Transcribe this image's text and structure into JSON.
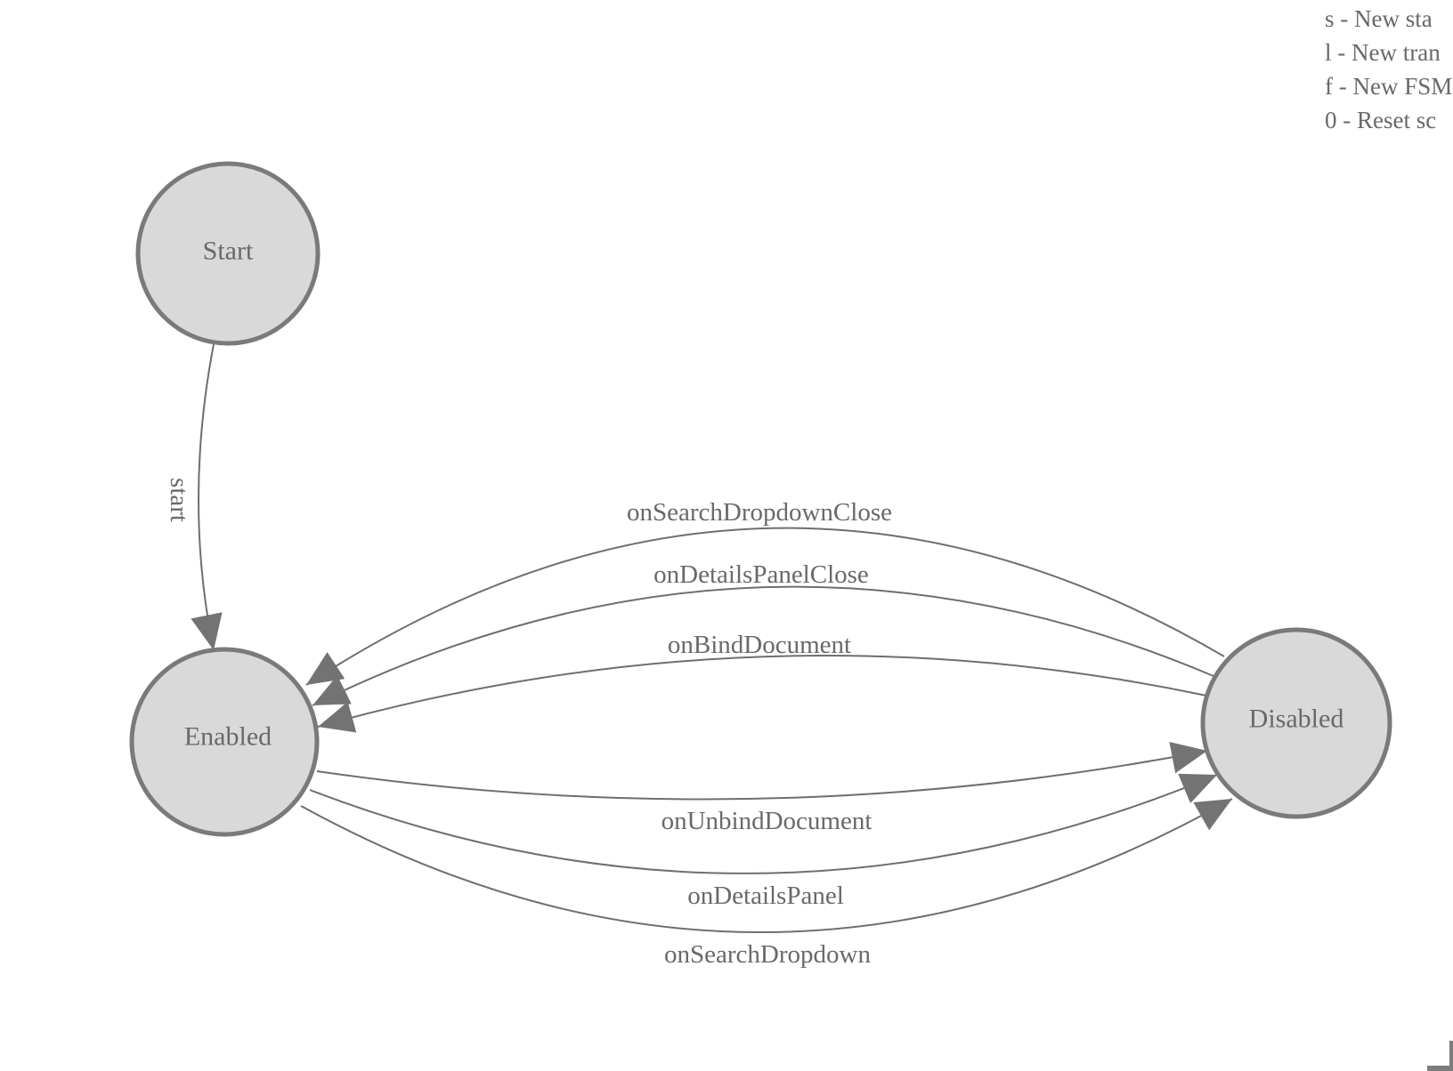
{
  "legend": {
    "lines": [
      "s - New sta",
      "l - New tran",
      "f - New FSM",
      "0 - Reset sc"
    ]
  },
  "fsm": {
    "nodes": [
      {
        "id": "start",
        "label": "Start"
      },
      {
        "id": "enabled",
        "label": "Enabled"
      },
      {
        "id": "disabled",
        "label": "Disabled"
      }
    ],
    "edges": [
      {
        "label": "start",
        "from": "Start",
        "to": "Enabled"
      },
      {
        "label": "onSearchDropdownClose",
        "from": "Disabled",
        "to": "Enabled"
      },
      {
        "label": "onDetailsPanelClose",
        "from": "Disabled",
        "to": "Enabled"
      },
      {
        "label": "onBindDocument",
        "from": "Disabled",
        "to": "Enabled"
      },
      {
        "label": "onUnbindDocument",
        "from": "Enabled",
        "to": "Disabled"
      },
      {
        "label": "onDetailsPanel",
        "from": "Enabled",
        "to": "Disabled"
      },
      {
        "label": "onSearchDropdown",
        "from": "Enabled",
        "to": "Disabled"
      }
    ]
  },
  "colors": {
    "node_fill": "#d9d9d9",
    "node_stroke": "#7a7a7a",
    "edge_stroke": "#6e6e6e",
    "arrowhead": "#737373",
    "text": "#696969",
    "background": "#ffffff"
  }
}
